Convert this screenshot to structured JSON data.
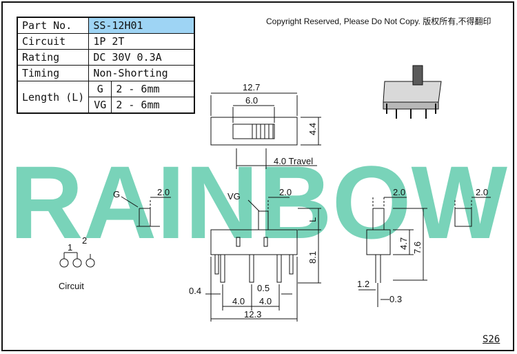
{
  "spec_table": {
    "part_no_label": "Part No.",
    "part_no_value": "SS-12H01",
    "circuit_label": "Circuit",
    "circuit_value": "1P 2T",
    "rating_label": "Rating",
    "rating_value": "DC 30V 0.3A",
    "timing_label": "Timing",
    "timing_value": "Non-Shorting",
    "length_label": "Length (L)",
    "g_label": "G",
    "g_value": "2 - 6mm",
    "vg_label": "VG",
    "vg_value": "2 - 6mm"
  },
  "copyright": "Copyright Reserved, Please Do Not Copy. 版权所有,不得翻印",
  "watermark": "RAINBOW",
  "dimensions": {
    "top_width": "12.7",
    "slot_width": "6.0",
    "height": "4.4",
    "travel": "4.0 Travel",
    "g_label": "G",
    "g_dim": "2.0",
    "vg_label": "VG",
    "vg_dim": "2.0",
    "l_label": "L",
    "body_height": "8.1",
    "pin_left": "0.4",
    "pin_right": "0.5",
    "pitch_1": "4.0",
    "pitch_2": "4.0",
    "total": "12.3",
    "side_dim_1": "2.0",
    "side_dim_2": "2.0",
    "side_h1": "4.7",
    "side_h2": "7.6",
    "side_w1": "1.2",
    "side_w2": "0.3"
  },
  "circuit": {
    "label": "Circuit",
    "pin_1": "1",
    "pin_2": "2"
  },
  "page_number": "S26",
  "colors": {
    "watermark": "#6ed0b4",
    "highlight": "#9ed4f4",
    "line": "#111111"
  }
}
